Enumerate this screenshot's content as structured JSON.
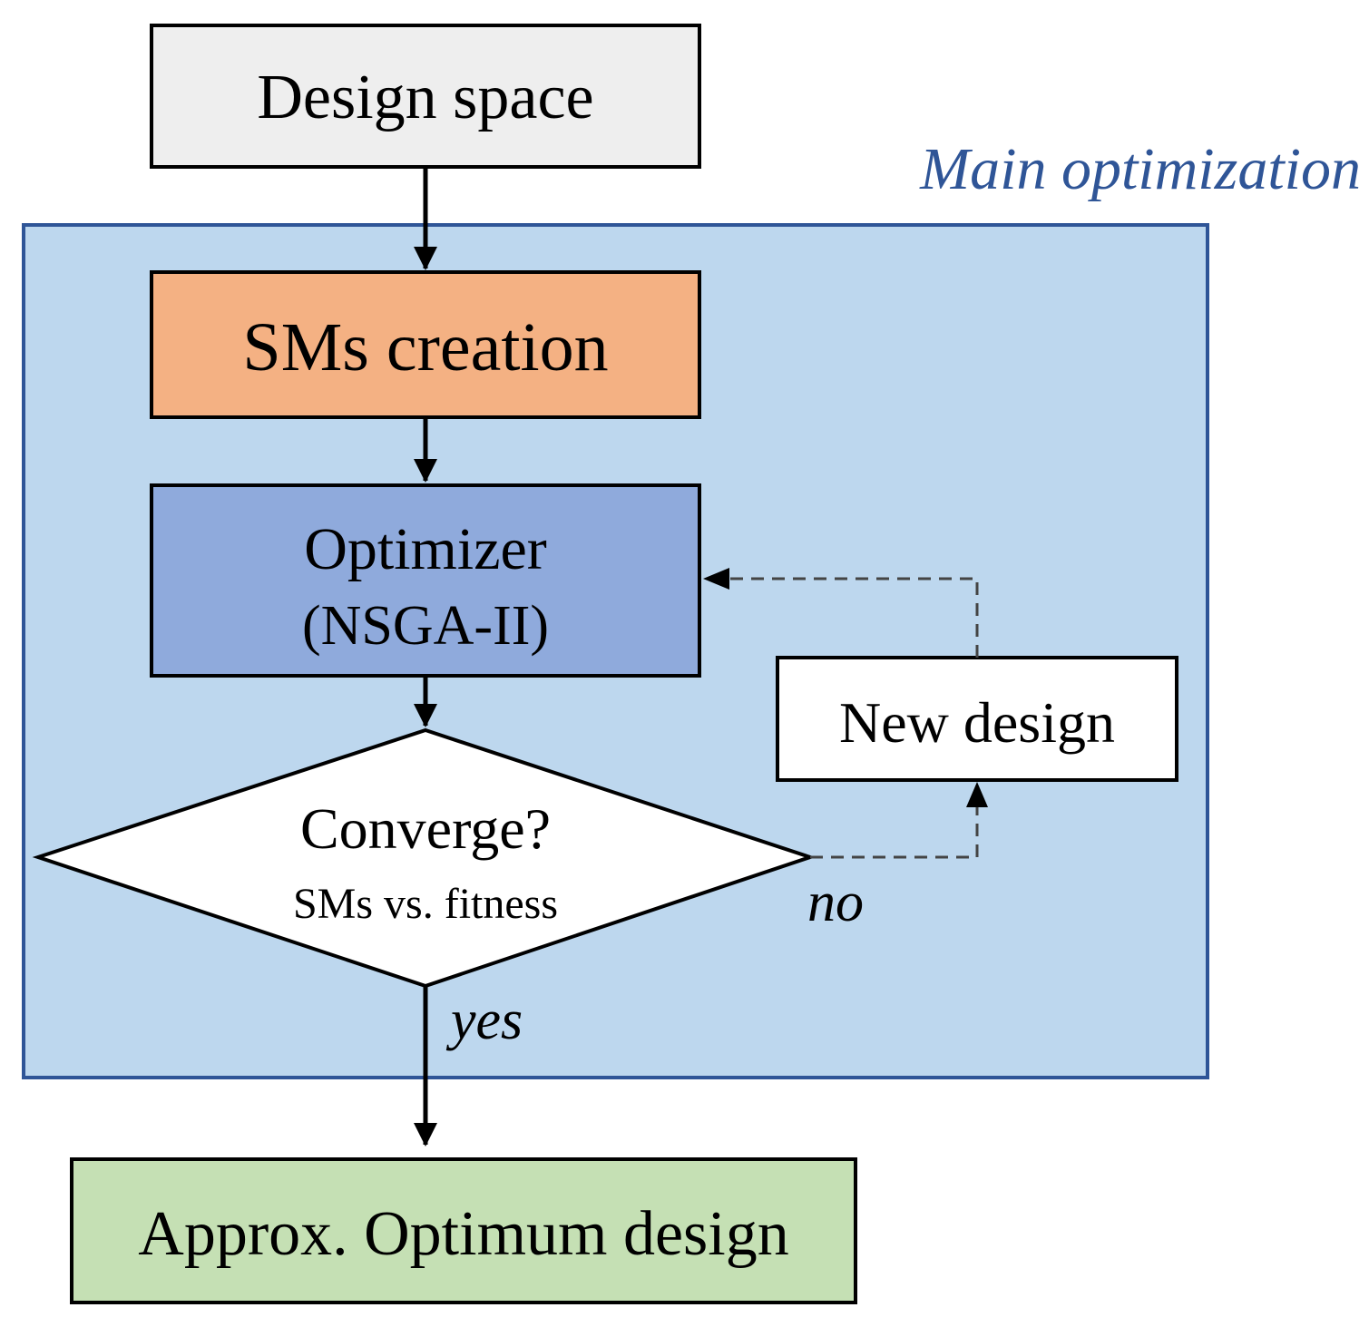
{
  "region": {
    "label": "Main optimization",
    "fill": "#bdd7ee",
    "stroke": "#2f5597",
    "label_color": "#2f5597"
  },
  "nodes": {
    "design_space": {
      "label": "Design space",
      "fill": "#eeeeee"
    },
    "sms_creation": {
      "label": "SMs creation",
      "fill": "#f4b183"
    },
    "optimizer": {
      "line1": "Optimizer",
      "line2": "(NSGA-II)",
      "fill": "#8faadc"
    },
    "converge": {
      "line1": "Converge?",
      "line2": "SMs vs. fitness",
      "fill": "#ffffff"
    },
    "new_design": {
      "label": "New design",
      "fill": "#ffffff"
    },
    "optimum": {
      "label": "Approx. Optimum design",
      "fill": "#c5e0b4"
    }
  },
  "edges": {
    "no_label": "no",
    "yes_label": "yes"
  }
}
